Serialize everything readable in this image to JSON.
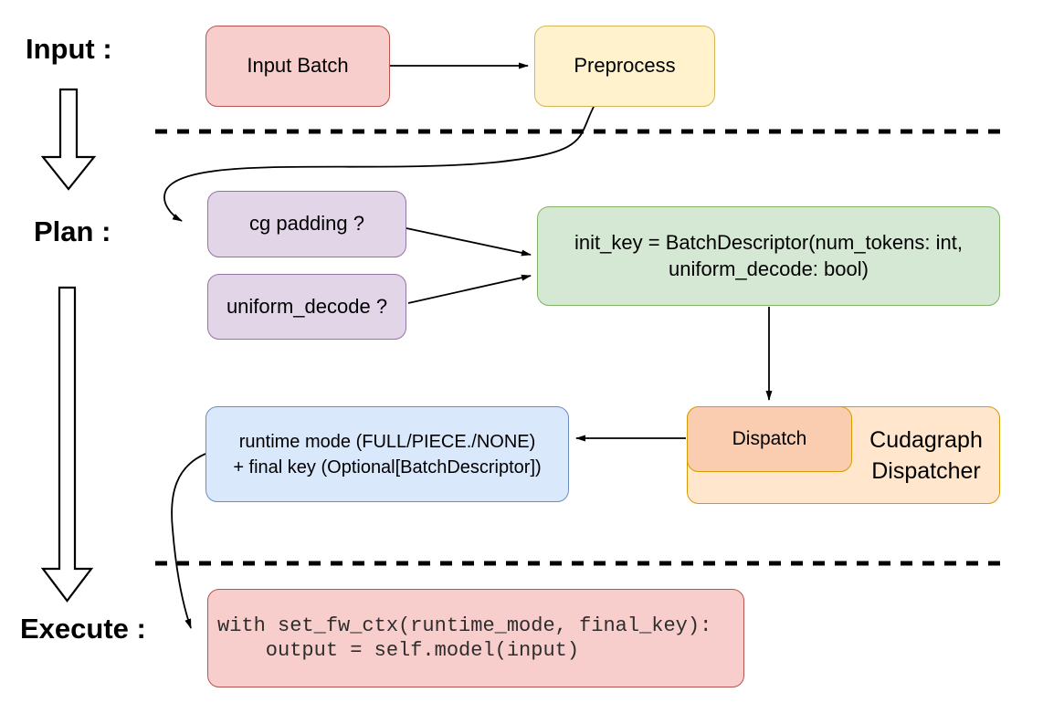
{
  "sections": {
    "input_label": "Input :",
    "plan_label": "Plan :",
    "execute_label": "Execute :"
  },
  "nodes": {
    "input_batch": "Input Batch",
    "preprocess": "Preprocess",
    "cg_padding": "cg padding ?",
    "uniform_decode": "uniform_decode ?",
    "init_key_line1": "init_key = BatchDescriptor(num_tokens: int,",
    "init_key_line2": "uniform_decode: bool)",
    "dispatch": "Dispatch",
    "dispatcher_line1": "Cudagraph",
    "dispatcher_line2": "Dispatcher",
    "runtime_line1": "runtime mode (FULL/PIECE./NONE)",
    "runtime_line2": "+ final key (Optional[BatchDescriptor])",
    "code_line1": "with set_fw_ctx(runtime_mode, final_key):",
    "code_line2": "    output = self.model(input)"
  },
  "colors": {
    "red_fill": "#f8cecc",
    "red_stroke": "#b85450",
    "yellow_fill": "#fff2cc",
    "yellow_stroke": "#d6b656",
    "purple_fill": "#e1d5e7",
    "purple_stroke": "#9673a6",
    "green_fill": "#d5e8d4",
    "green_stroke": "#82b366",
    "blue_fill": "#dae8fc",
    "blue_stroke": "#6c8ebf",
    "orange_fill": "#ffe6cc",
    "orange_stroke": "#d79b00",
    "dispatch_fill": "#facdb0",
    "connector": "#000000"
  }
}
